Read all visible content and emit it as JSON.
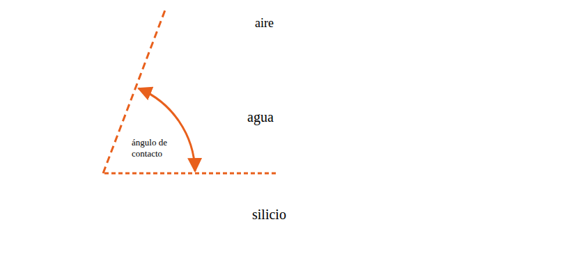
{
  "diagram": {
    "nodes": [
      {
        "text": [
          "agua"
        ]
      },
      {
        "text": [
          "silicio"
        ]
      }
    ],
    "labels": [
      "aire",
      "ángulo de contacto"
    ]
  }
}
